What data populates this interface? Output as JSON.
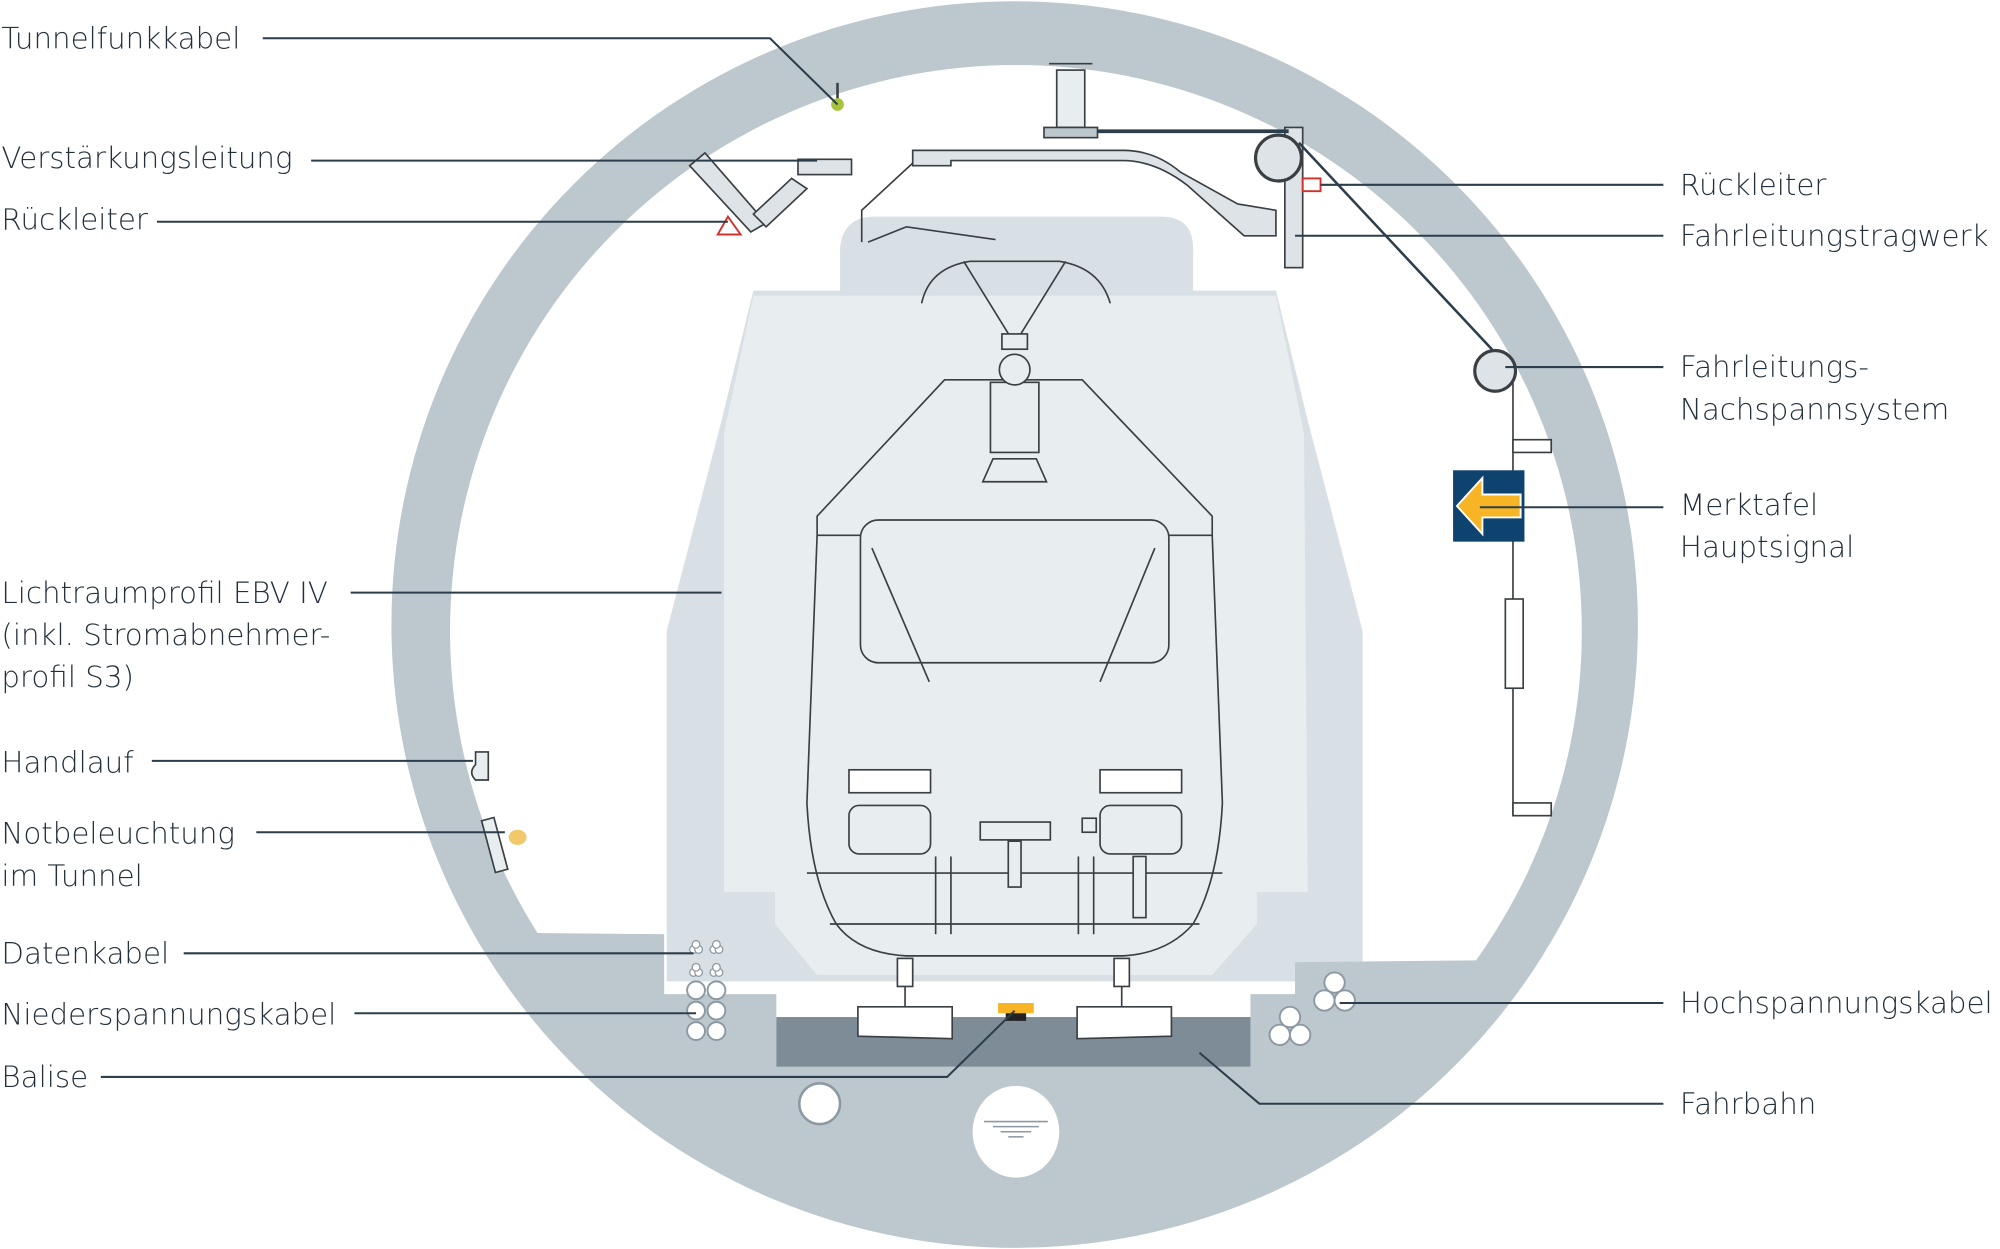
{
  "diagram": {
    "labels_left": {
      "tunnelfunkkabel": "Tunnelfunkkabel",
      "verstaerkungsleitung": "Verstärkungsleitung",
      "rueckleiter": "Rückleiter",
      "lichtraumprofil_1": "Lichtraumprofil EBV IV",
      "lichtraumprofil_2": "(inkl. Stromabnehmer-",
      "lichtraumprofil_3": "profil S3)",
      "handlauf": "Handlauf",
      "notbeleuchtung_1": "Notbeleuchtung",
      "notbeleuchtung_2": "im Tunnel",
      "datenkabel": "Datenkabel",
      "niederspannungskabel": "Niederspannungskabel",
      "balise": "Balise"
    },
    "labels_right": {
      "rueckleiter": "Rückleiter",
      "fahrleitungstragwerk": "Fahrleitungstragwerk",
      "nachspann_1": "Fahrleitungs-",
      "nachspann_2": "Nachspannsystem",
      "merktafel_1": "Merktafel",
      "merktafel_2": "Hauptsignal",
      "hochspannungskabel": "Hochspannungskabel",
      "fahrbahn": "Fahrbahn"
    },
    "colors": {
      "tunnel_ring": "#bcc7ce",
      "clearance_profile": "#d9e0e5",
      "vehicle_area": "#e8edf0",
      "track_bed": "#7d8c96",
      "leader_lines": "#2c3e4c",
      "signal_board": "#0e4370",
      "signal_arrow": "#f7b526",
      "radio_cable": "#a8c53a",
      "return_conductor": "#d0312d"
    }
  }
}
